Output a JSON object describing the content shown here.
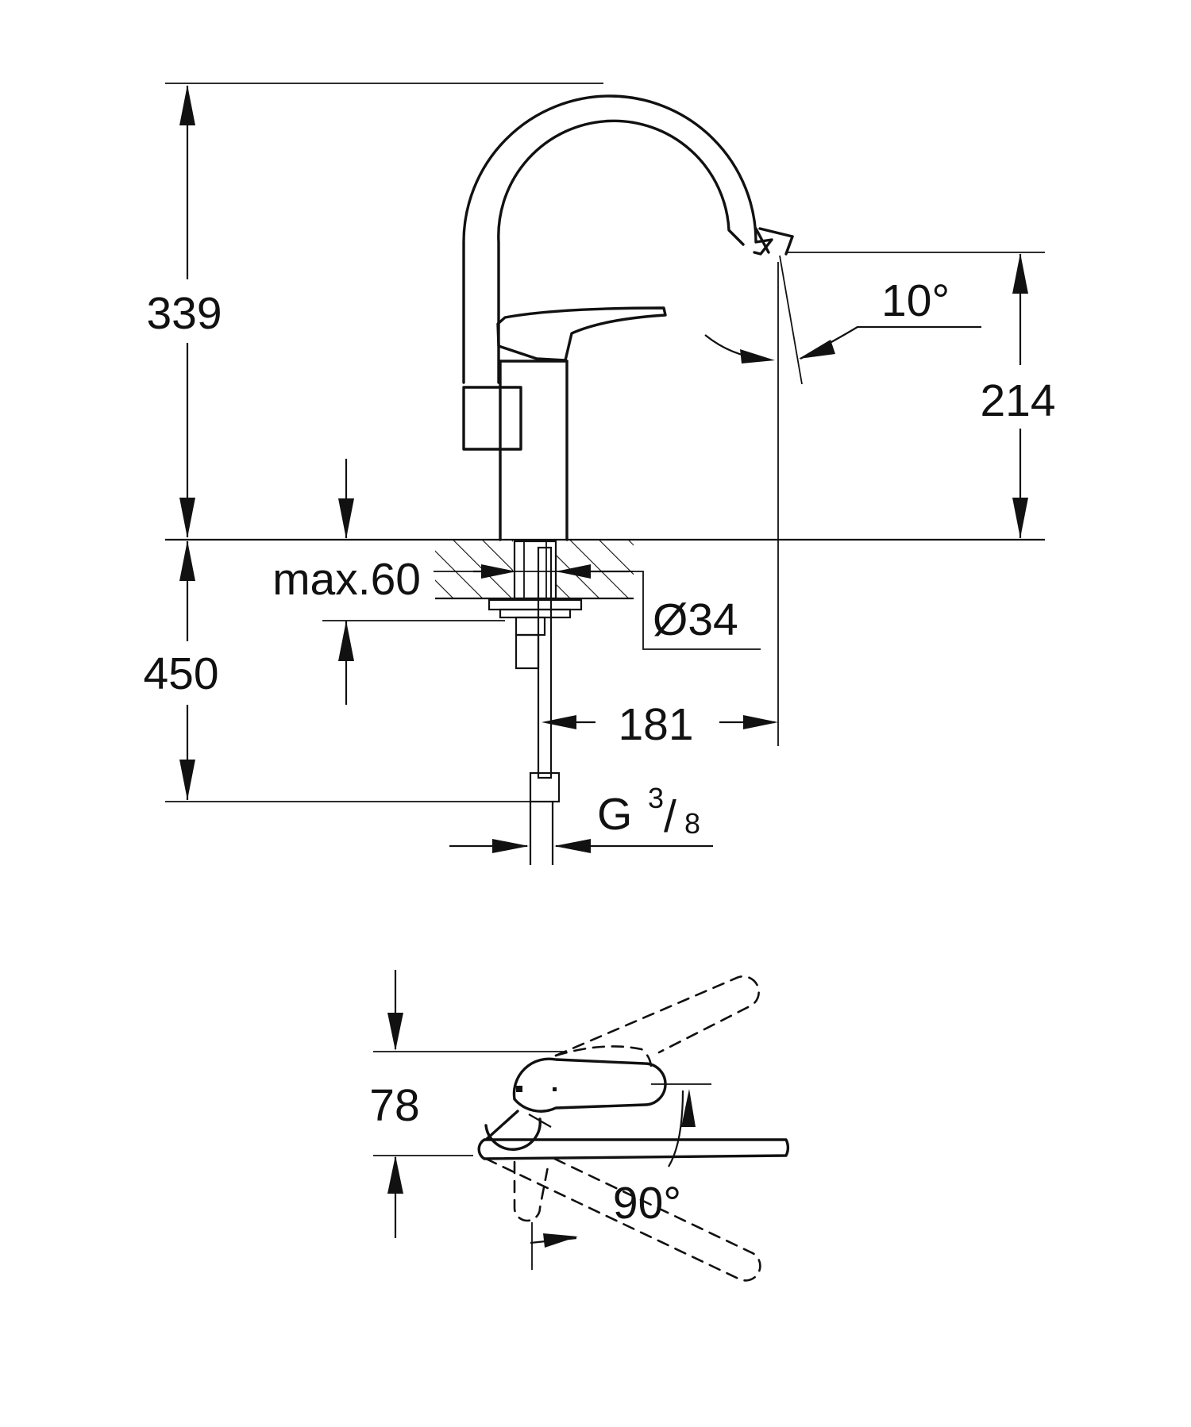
{
  "dimensions": {
    "total_height": "339",
    "spout_height": "214",
    "spout_angle": "10°",
    "max_deck": "max.60",
    "hole_diameter": "Ø34",
    "below_deck": "450",
    "reach": "181",
    "thread_main": "G",
    "thread_num": "3",
    "thread_sep": "/",
    "thread_den": "8",
    "lever_depth": "78",
    "lever_rotation": "90°"
  }
}
